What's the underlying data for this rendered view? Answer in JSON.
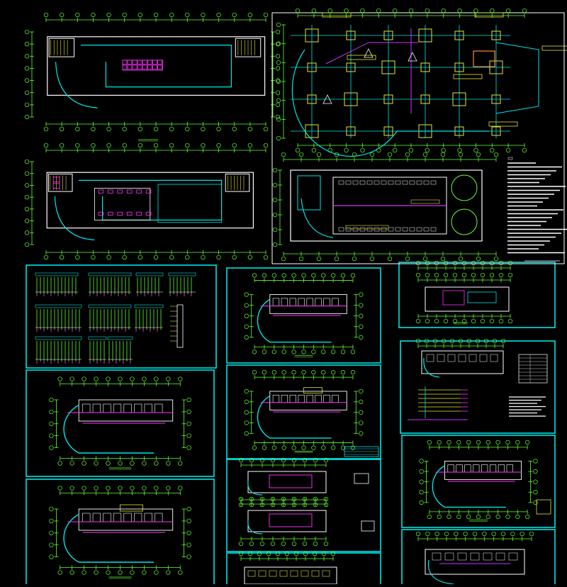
{
  "canvas": {
    "background": "#000000"
  },
  "colors": {
    "frame": "#00e5e5",
    "axis": "#66ff33",
    "wall": "#ffffff",
    "equipment": "#ff33ff",
    "column": "#e6e633",
    "route": "#cc33ff",
    "note": "#ffffff",
    "accent_orange": "#ff8833"
  },
  "sheets": [
    {
      "id": "first-floor-plan",
      "kind": "plan-wide"
    },
    {
      "id": "foundation-plan",
      "kind": "column-grid"
    },
    {
      "id": "second-floor-plan",
      "kind": "plan-wide"
    },
    {
      "id": "roof-plan-notes",
      "kind": "roof"
    },
    {
      "id": "panel-schedules",
      "kind": "schedules"
    },
    {
      "id": "thumb-plan-a",
      "kind": "thumb-arc"
    },
    {
      "id": "thumb-plan-b",
      "kind": "thumb-arc"
    },
    {
      "id": "thumb-plan-c",
      "kind": "thumb-arc"
    },
    {
      "id": "thumb-plan-d",
      "kind": "thumb-rect"
    },
    {
      "id": "thumb-plan-e",
      "kind": "thumb-rect"
    },
    {
      "id": "thumb-plan-f",
      "kind": "thumb-legend"
    },
    {
      "id": "thumb-plan-g",
      "kind": "thumb-arc"
    },
    {
      "id": "thumb-plan-h",
      "kind": "thumb-arc"
    },
    {
      "id": "thumb-plan-i",
      "kind": "thumb-arc"
    },
    {
      "id": "thumb-plan-j",
      "kind": "thumb-arc"
    }
  ]
}
